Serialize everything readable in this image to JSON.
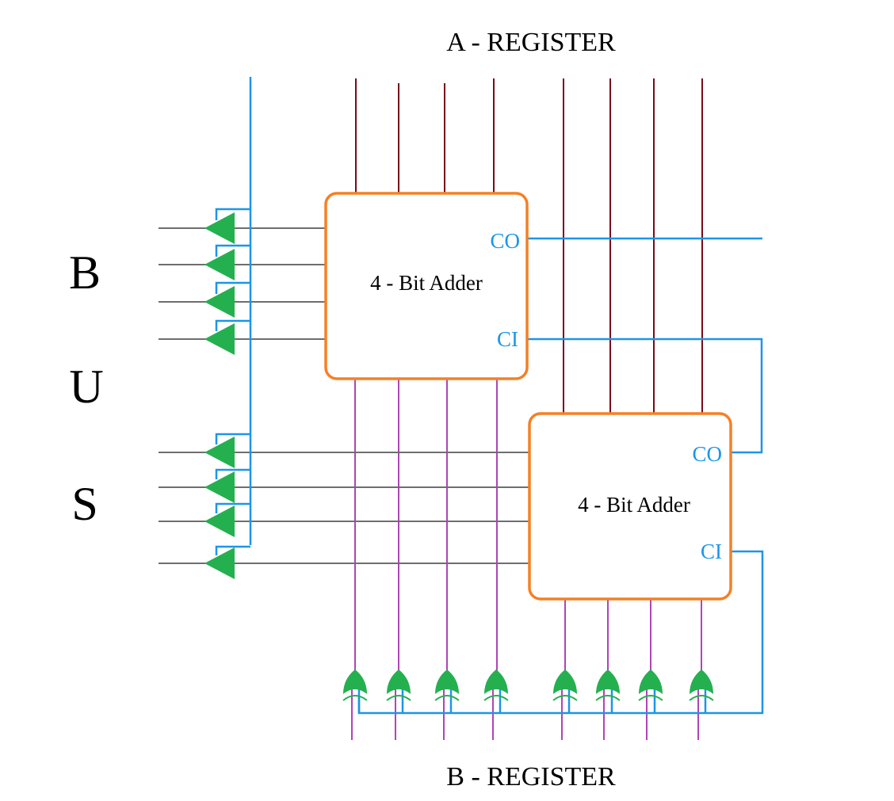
{
  "title_top": "A - REGISTER",
  "title_bottom": "B - REGISTER",
  "bus_letters": [
    "B",
    "U",
    "S"
  ],
  "adders": [
    {
      "label": "4 - Bit Adder",
      "carry_out": "CO",
      "carry_in": "CI"
    },
    {
      "label": "4 - Bit Adder",
      "carry_out": "CO",
      "carry_in": "CI"
    }
  ],
  "colors": {
    "a_register_wire": "#7a0a1a",
    "b_register_wire": "#b044b8",
    "bus_wire": "#6e6e6e",
    "control_wire": "#1b96e8",
    "adder_border": "#f58025",
    "gate_fill": "#24b04f",
    "carry_text": "#1b96e8",
    "text": "#000000"
  },
  "counts": {
    "a_register_bits": 8,
    "b_register_bits": 8,
    "bus_lines": 8,
    "tristate_buffers": 8,
    "xor_gates": 8
  }
}
